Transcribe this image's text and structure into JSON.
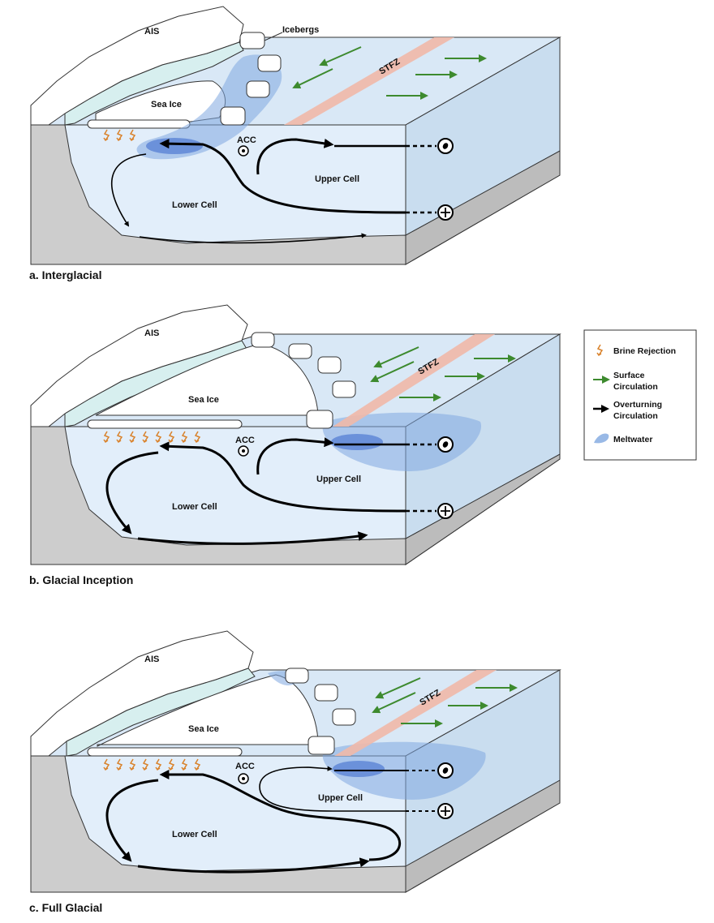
{
  "panels": [
    {
      "caption": "a. Interglacial",
      "ais_label": "AIS",
      "sea_ice_label": "Sea Ice",
      "icebergs_label": "Icebergs",
      "stfz_label": "STFZ",
      "acc_label": "ACC",
      "upper_cell_label": "Upper Cell",
      "lower_cell_label": "Lower Cell"
    },
    {
      "caption": "b. Glacial Inception",
      "ais_label": "AIS",
      "sea_ice_label": "Sea Ice",
      "stfz_label": "STFZ",
      "acc_label": "ACC",
      "upper_cell_label": "Upper Cell",
      "lower_cell_label": "Lower Cell"
    },
    {
      "caption": "c. Full Glacial",
      "ais_label": "AIS",
      "sea_ice_label": "Sea Ice",
      "stfz_label": "STFZ",
      "acc_label": "ACC",
      "upper_cell_label": "Upper Cell",
      "lower_cell_label": "Lower Cell"
    }
  ],
  "legend": {
    "brine": "Brine Rejection",
    "surface_1": "Surface",
    "surface_2": "Circulation",
    "overturning_1": "Overturning",
    "overturning_2": "Circulation",
    "meltwater": "Meltwater"
  },
  "colors": {
    "ocean_top": "#d9e8f6",
    "ocean_front": "#e2eefa",
    "ocean_side": "#c9ddef",
    "ground": "#cdcdcd",
    "ice_face": "#d7efef",
    "stfz": "#f0b8a8",
    "meltwater": "#7fa8e0",
    "meltwater_dark": "#3f6ccf",
    "surface_arrow": "#3d8a2e",
    "brine": "#d9822b",
    "overturning": "#000000"
  }
}
